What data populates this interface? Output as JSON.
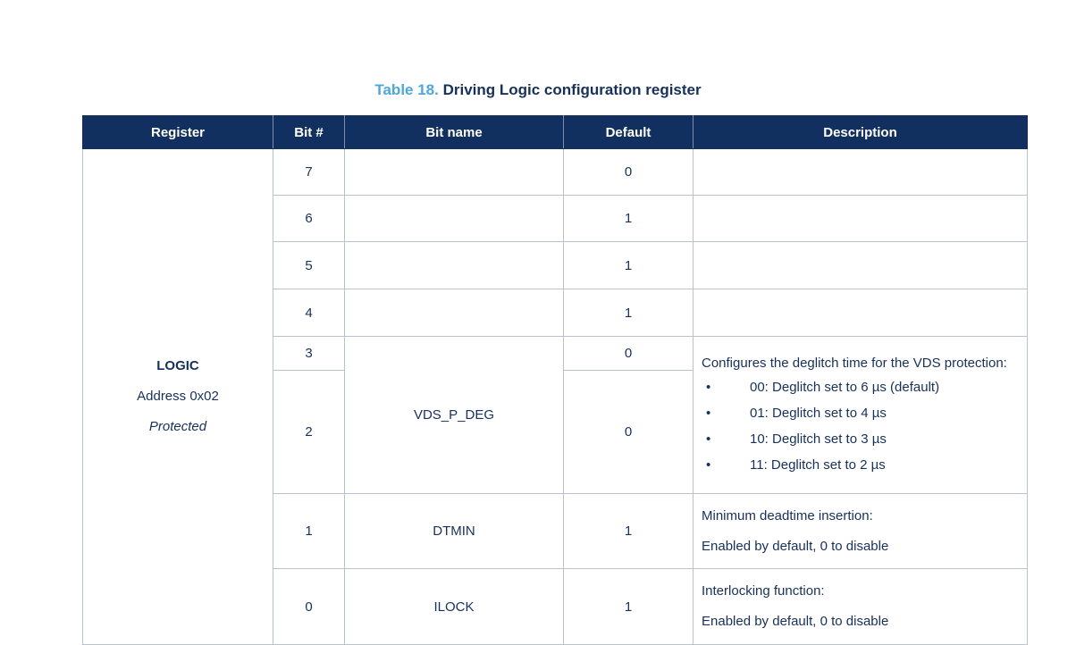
{
  "caption": {
    "number": "Table 18.",
    "title": "Driving Logic configuration register"
  },
  "table": {
    "headers": [
      "Register",
      "Bit #",
      "Bit name",
      "Default",
      "Description"
    ],
    "register": {
      "name": "LOGIC",
      "address": "Address 0x02",
      "protection": "Protected"
    },
    "rows": [
      {
        "bit": "7",
        "bit_name": "",
        "default": "0"
      },
      {
        "bit": "6",
        "bit_name": "",
        "default": "1"
      },
      {
        "bit": "5",
        "bit_name": "",
        "default": "1"
      },
      {
        "bit": "4",
        "bit_name": "",
        "default": "1"
      },
      {
        "bit": "3",
        "bit_name": "VDS_P_DEG",
        "default": "0"
      },
      {
        "bit": "2",
        "bit_name": "",
        "default": "0"
      },
      {
        "bit": "1",
        "bit_name": "DTMIN",
        "default": "1"
      },
      {
        "bit": "0",
        "bit_name": "ILOCK",
        "default": "1"
      }
    ],
    "descriptions": {
      "vds_p_deg": {
        "lead": "Configures the deglitch time for the VDS protection:",
        "bullet_glyph": "•",
        "items": [
          "00: Deglitch set to 6 µs (default)",
          "01: Deglitch set to 4 µs",
          "10: Deglitch set to 3 µs",
          "11: Deglitch set to 2 µs"
        ]
      },
      "dtmin": {
        "line1": "Minimum deadtime insertion:",
        "line2": "Enabled by default, 0 to disable"
      },
      "ilock": {
        "line1": "Interlocking function:",
        "line2": "Enabled by default, 0 to disable"
      }
    }
  }
}
